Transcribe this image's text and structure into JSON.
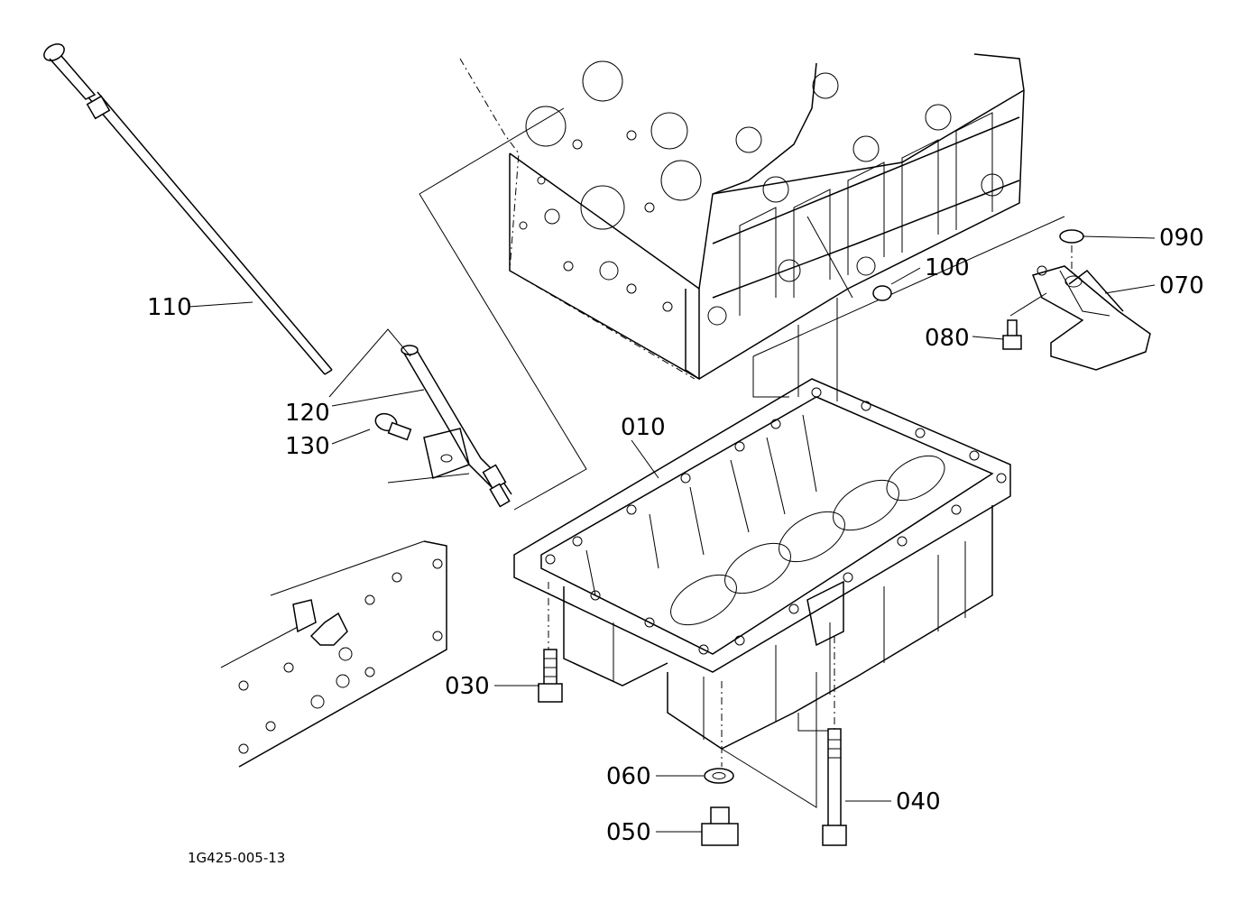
{
  "drawing_number": "1G425-005-13",
  "callouts": {
    "p010": "010",
    "p030": "030",
    "p040": "040",
    "p050": "050",
    "p060": "060",
    "p070": "070",
    "p080": "080",
    "p090": "090",
    "p100": "100",
    "p110": "110",
    "p120": "120",
    "p130": "130"
  }
}
